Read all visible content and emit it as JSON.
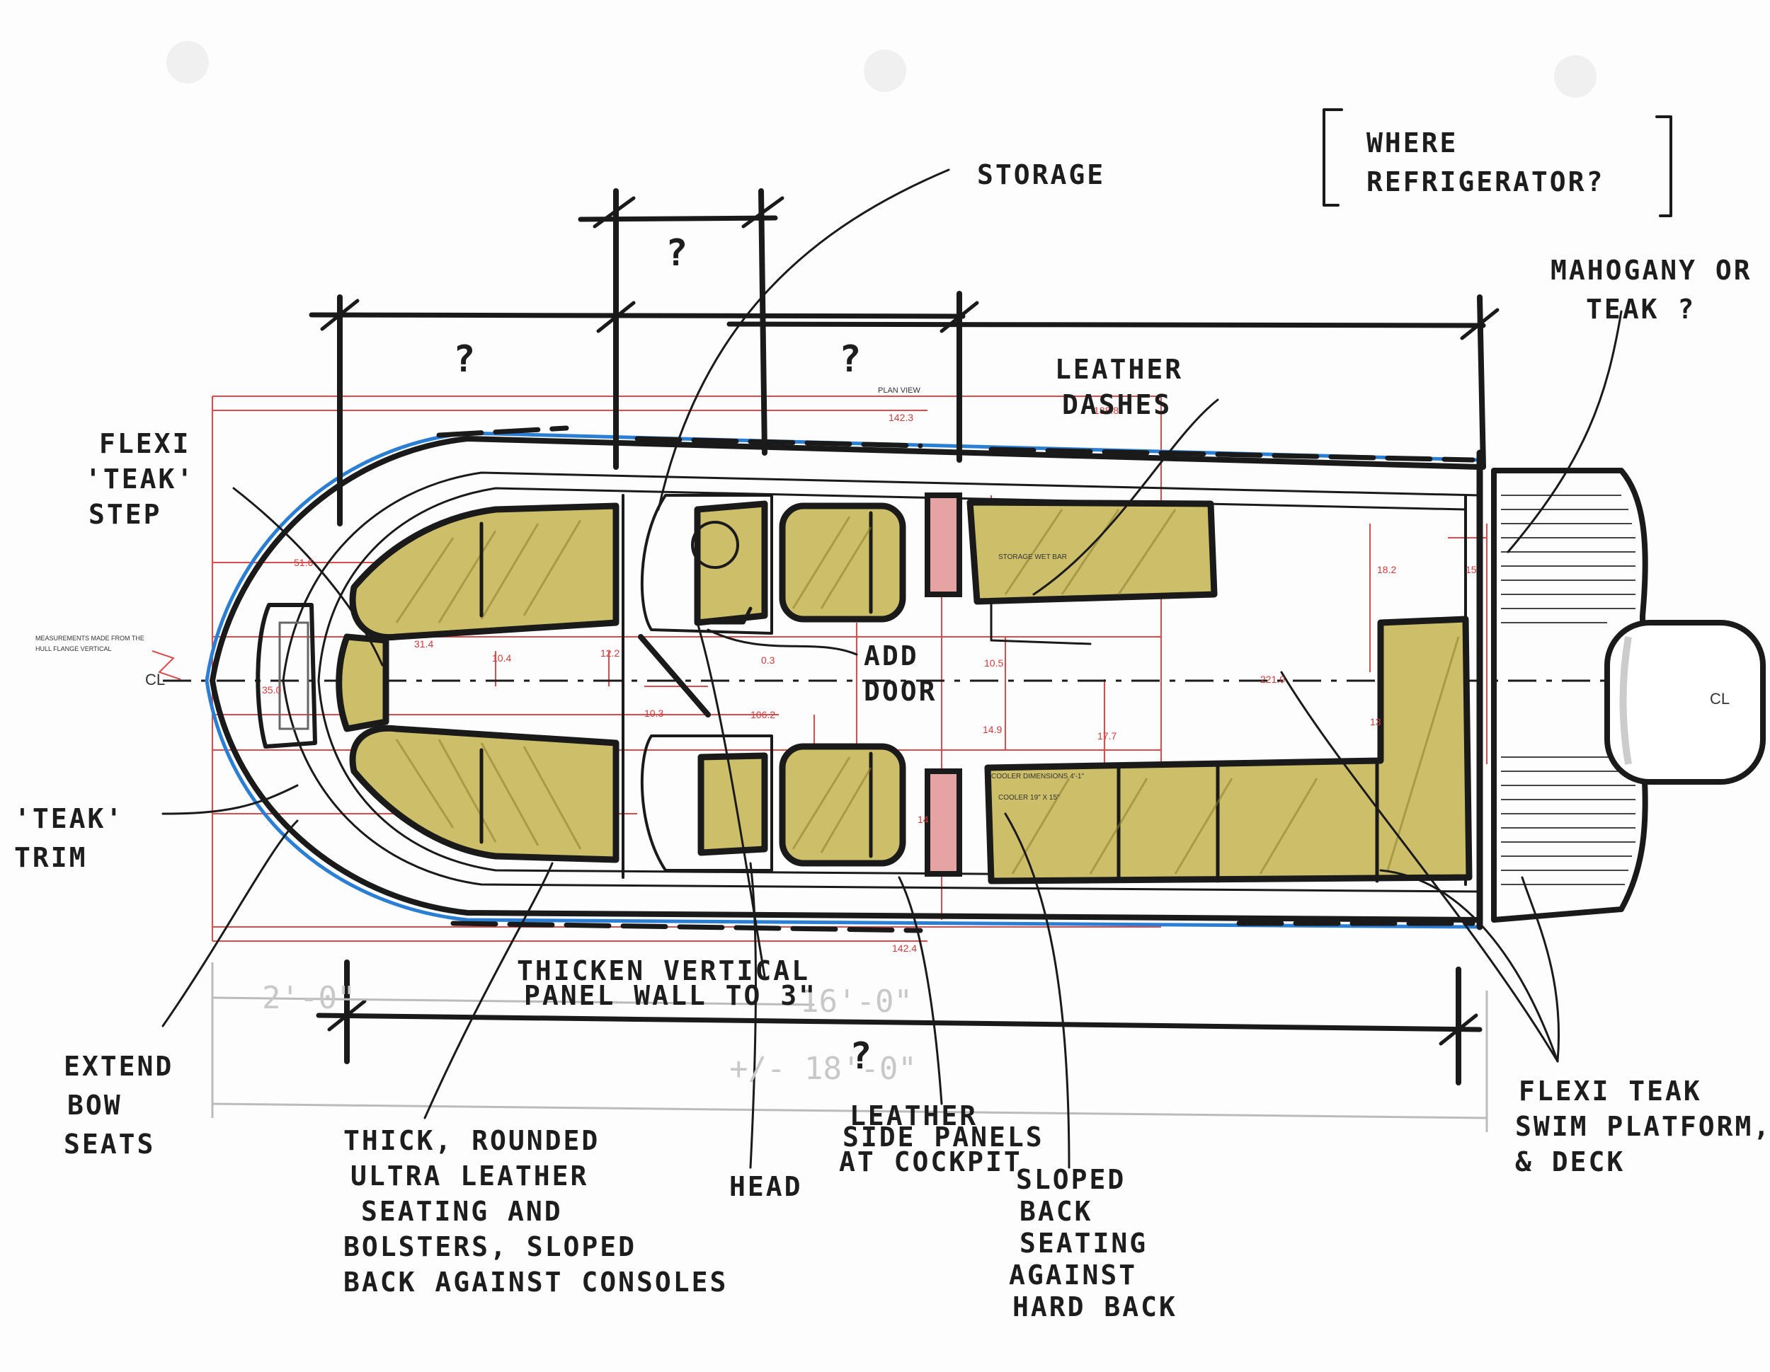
{
  "plan_title": "PLAN VIEW",
  "measurement_note": [
    "MEASUREMENTS MADE FROM THE",
    "HULL FLANGE VERTICAL"
  ],
  "centerline_label": "CL",
  "red_dimensions": {
    "top_142": "142.3",
    "top_188": "188.8",
    "bow_51": "51.6",
    "bow_31": "31.4",
    "bow_35": "35.0",
    "d_10_4": "10.4",
    "d_12_2": "12.2",
    "d_0_3": "0.3",
    "d_10_3": "10.3",
    "d_106": "106.2",
    "d_10_5": "10.5",
    "d_14_9": "14.9",
    "d_17_7": "17.7",
    "d_221": "221.0",
    "d_18_2": "18.2",
    "d_15": "15",
    "d_13": "13",
    "bottom_142": "142.4",
    "d_14": "14"
  },
  "interior_labels": {
    "storage_wet_bar": "STORAGE WET BAR",
    "cooler_dimensions": "COOLER DIMENSIONS 4'-1\"",
    "cooler_size": "COOLER 19\" X 15\""
  },
  "dimension_marks": {
    "q1": "?",
    "q2": "?",
    "q3": "?",
    "q4": "?",
    "two_ft": "2'-0\"",
    "sixteen_ft": "16'-0\"",
    "eighteen_ft": "+/- 18'-0\""
  },
  "notes": {
    "storage": "STORAGE",
    "where_fridge_1": "WHERE",
    "where_fridge_2": "REFRIGERATOR?",
    "mahogany_1": "MAHOGANY OR",
    "mahogany_2": "TEAK ?",
    "leather_dashes_1": "LEATHER",
    "leather_dashes_2": "DASHES",
    "flexi_step_1": "FLEXI",
    "flexi_step_2": "'TEAK'",
    "flexi_step_3": "STEP",
    "add_door_1": "ADD",
    "add_door_2": "DOOR",
    "teak_trim_1": "'TEAK'",
    "teak_trim_2": "TRIM",
    "extend_bow_1": "EXTEND",
    "extend_bow_2": "BOW",
    "extend_bow_3": "SEATS",
    "thicken_1": "THICKEN VERTICAL",
    "thicken_2": "PANEL WALL TO 3\"",
    "thick_1": "THICK, ROUNDED",
    "thick_2": "ULTRA LEATHER",
    "thick_3": "SEATING AND",
    "thick_4": "BOLSTERS, SLOPED",
    "thick_5": "BACK AGAINST CONSOLES",
    "head": "HEAD",
    "leather_side_1": "LEATHER",
    "leather_side_2": "SIDE PANELS",
    "leather_side_3": "AT COCKPIT",
    "sloped_1": "SLOPED",
    "sloped_2": "BACK",
    "sloped_3": "SEATING",
    "sloped_4": "AGAINST",
    "sloped_5": "HARD BACK",
    "flexi_swim_1": "FLEXI TEAK",
    "flexi_swim_2": "SWIM PLATFORM,",
    "flexi_swim_3": "& DECK"
  },
  "colors": {
    "ink": "#1a1a1a",
    "dimension_red": "#e04a4a",
    "leather_fill": "#cdbf6a",
    "hull_blue": "#2a7fd4"
  }
}
